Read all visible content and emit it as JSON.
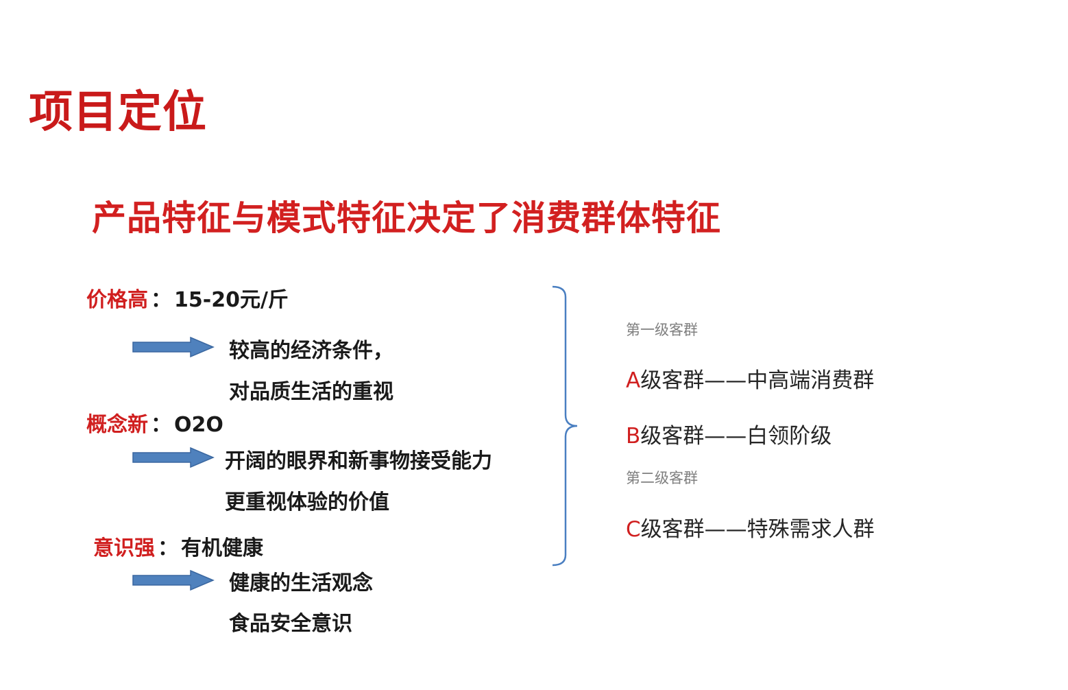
{
  "slide": {
    "title": "项目定位",
    "subtitle": "产品特征与模式特征决定了消费群体特征"
  },
  "features": [
    {
      "label": "价格高",
      "separator": "：",
      "value": "15-20元/斤",
      "lines": [
        "较高的经济条件，",
        "对品质生活的重视"
      ]
    },
    {
      "label": "概念新",
      "separator": "：",
      "value": "O2O",
      "lines": [
        "开阔的眼界和新事物接受能力",
        "更重视体验的价值"
      ]
    },
    {
      "label": "意识强",
      "separator": "：",
      "value": "有机健康",
      "lines": [
        "健康的生活观念",
        "食品安全意识"
      ]
    }
  ],
  "customer_groups": {
    "level1_label": "第一级客群",
    "level2_label": "第二级客群",
    "groups": [
      {
        "letter": "A",
        "text": "级客群——中高端消费群"
      },
      {
        "letter": "B",
        "text": "级客群——白领阶级"
      },
      {
        "letter": "C",
        "text": "级客群——特殊需求人群"
      }
    ]
  },
  "colors": {
    "accent_red": "#d01f1f",
    "arrow_blue": "#4f81bd",
    "brace_blue": "#4a7fc1",
    "muted_gray": "#7f7f7f"
  },
  "icons": {
    "arrow": "right-arrow-icon",
    "brace": "right-curly-brace"
  }
}
